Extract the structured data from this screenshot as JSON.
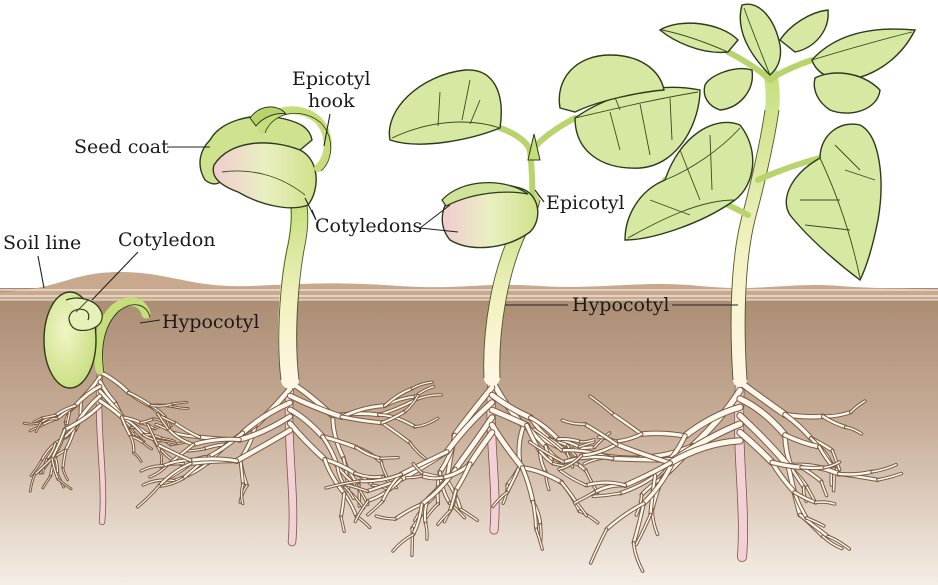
{
  "labels": {
    "soil_line": "Soil line",
    "cotyledon": "Cotyledon",
    "hypocotyl_1": "Hypocotyl",
    "seed_coat": "Seed coat",
    "epicotyl_hook_line1": "Epicotyl",
    "epicotyl_hook_line2": "hook",
    "cotyledons": "Cotyledons",
    "epicotyl": "Epicotyl",
    "hypocotyl_2": "Hypocotyl"
  },
  "colors": {
    "soil_dark": "#a98a70",
    "soil_light": "#e9dccd",
    "mound": "#c9a98e",
    "leaf": "#d6e8a2",
    "stem": "#d4e79a",
    "root": "#fff4e6",
    "root_tip": "#f0c2cc"
  }
}
